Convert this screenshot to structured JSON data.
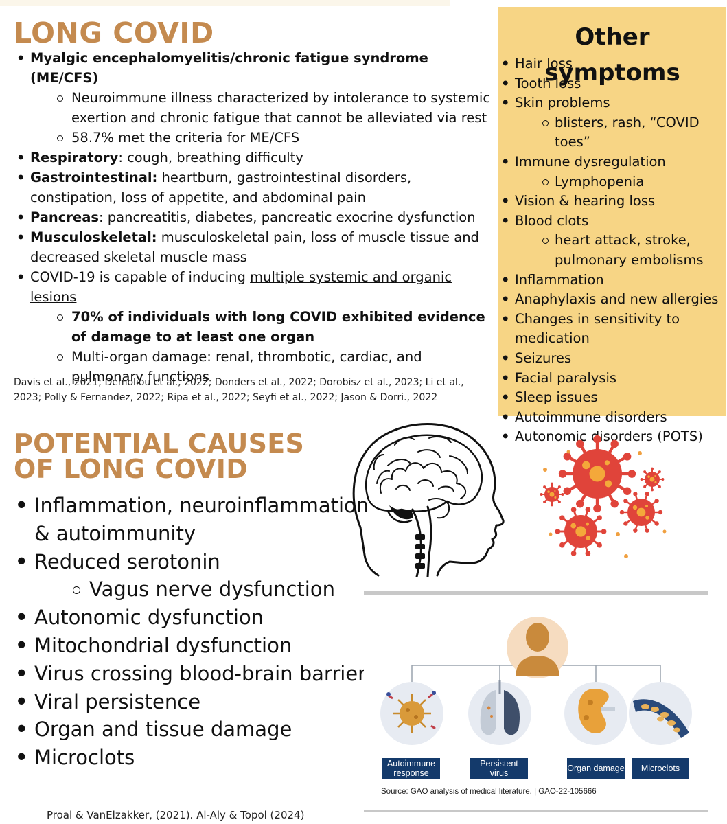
{
  "long_covid": {
    "title": "LONG COVID",
    "mecfs_label": "Myalgic encephalomyelitis/chronic fatigue syndrome (ME/CFS)",
    "mecfs_sub1": "Neuroimmune illness characterized by intolerance to systemic exertion and chronic fatigue that cannot be alleviated via rest",
    "mecfs_sub2": "58.7% met the criteria for ME/CFS",
    "resp_label": "Respiratory",
    "resp_text": ": cough, breathing difficulty",
    "gi_label": "Gastrointestinal:",
    "gi_text": " heartburn, gastrointestinal disorders, constipation, loss of appetite, and abdominal pain",
    "panc_label": "Pancreas",
    "panc_text": ": pancreatitis, diabetes, pancreatic exocrine dysfunction",
    "msk_label": "Musculoskeletal:",
    "msk_text": " musculoskeletal pain, loss of muscle tissue and decreased skeletal muscle mass",
    "covid_pre": "COVID-19 is capable of inducing ",
    "covid_link": "multiple systemic and organic lesions",
    "organ_sub1": "70% of individuals with long COVID exhibited evidence of damage to at least one organ",
    "organ_sub2": "Multi-organ damage: renal, thrombotic, cardiac, and pulmonary functions",
    "references": "Davis et al., 2021; Demoliou et al., 2022; Donders et al., 2022; Dorobisz et al., 2023; Li et al., 2023; Polly & Fernandez, 2022; Ripa et al., 2022; Seyfi et al., 2022; Jason & Dorri., 2022"
  },
  "other_symptoms": {
    "title": "Other symptoms",
    "items": [
      {
        "label": "Hair loss"
      },
      {
        "label": "Tooth loss"
      },
      {
        "label": "Skin problems",
        "sub": "blisters, rash, “COVID toes”"
      },
      {
        "label": "Immune dysregulation",
        "sub": "Lymphopenia"
      },
      {
        "label": "Vision & hearing loss"
      },
      {
        "label": "Blood clots",
        "sub": "heart attack, stroke, pulmonary embolisms"
      },
      {
        "label": "Inflammation"
      },
      {
        "label": "Anaphylaxis and new allergies"
      },
      {
        "label": "Changes in sensitivity to medication"
      },
      {
        "label": "Seizures"
      },
      {
        "label": "Facial paralysis"
      },
      {
        "label": "Sleep issues"
      },
      {
        "label": "Autoimmune disorders"
      },
      {
        "label": "Autonomic disorders (POTS)"
      }
    ]
  },
  "causes": {
    "title_line1": "POTENTIAL CAUSES",
    "title_line2": "OF LONG COVID",
    "items": [
      "Inflammation, neuroinflammation & autoimmunity",
      "Reduced serotonin",
      "Autonomic dysfunction",
      "Mitochondrial dysfunction",
      "Virus crossing blood-brain barrier",
      "Viral persistence",
      "Organ and tissue damage",
      "Microclots"
    ],
    "sub_serotonin": "Vagus nerve dysfunction",
    "references": "Proal & VanElzakker, (2021).  Al-Aly & Topol (2024)"
  },
  "gao_figure": {
    "labels": [
      "Autoimmune response",
      "Persistent virus",
      "Organ damage",
      "Microclots"
    ],
    "source": "Source: GAO analysis of medical literature.  |  GAO-22-105666"
  },
  "colors": {
    "heading": "#c48a4f",
    "panel": "#f7d585",
    "virus": "#e0443a",
    "gao_label": "#143a6b"
  },
  "icons": [
    "brain-head-icon",
    "virus-cluster-icon",
    "person-icon",
    "virus-icon",
    "lungs-icon",
    "kidney-icon",
    "blood-vessel-icon"
  ]
}
